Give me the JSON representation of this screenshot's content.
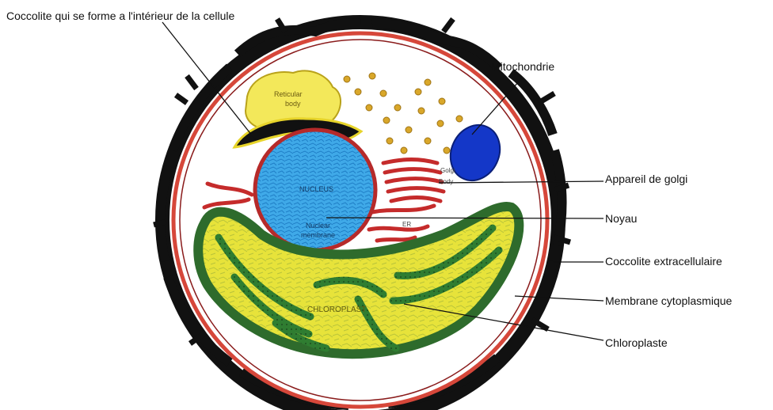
{
  "diagram": {
    "labels": {
      "internal_coccolith": "Coccolite qui se forme a l'intérieur de la cellule",
      "mitochondria": "Mitochondrie",
      "golgi": "Appareil de golgi",
      "nucleus": "Noyau",
      "external_coccolith": "Coccolite extracellulaire",
      "membrane": "Membrane cytoplasmique",
      "chloroplast": "Chloroplaste"
    },
    "inner_labels": {
      "reticular_1": "Reticular",
      "reticular_2": "body",
      "nucleus": "NUCLEUS",
      "nuclear_1": "Nuclear",
      "nuclear_2": "membrane",
      "golgi_1": "Golgi",
      "golgi_2": "Body",
      "er": "ER",
      "chloroplast": "CHLOROPLAST"
    },
    "colors": {
      "coccolith": "#111111",
      "membrane": "#d6473a",
      "cytoplasm": "#ffffff",
      "reticular_body": "#f3e85a",
      "nucleus": "#3fa9e8",
      "nucleus_membrane": "#b62a2a",
      "golgi": "#c52b2b",
      "mitochondria": "#1437c8",
      "chloroplast": "#f2ee1f",
      "thylakoid": "#2e6b2c",
      "vesicle": "#d9a72a"
    }
  }
}
